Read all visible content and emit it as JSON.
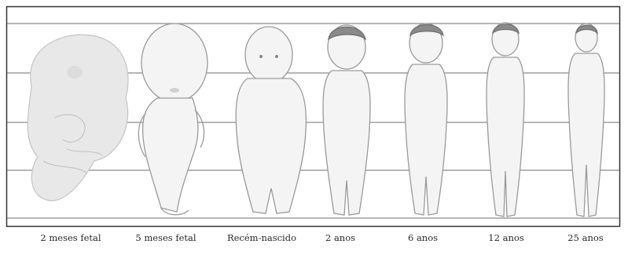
{
  "stages": [
    {
      "label": "2 meses fetal"
    },
    {
      "label": "5 meses fetal"
    },
    {
      "label": "Recém-nascido"
    },
    {
      "label": "2 anos"
    },
    {
      "label": "6 anos"
    },
    {
      "label": "12 anos"
    },
    {
      "label": "25 anos"
    }
  ],
  "colors": {
    "lines": "#8a8a8a",
    "skin": "#f4f4f4",
    "outline": "#9a9a9a",
    "hair": "#8a8a8a",
    "fetus": "#e6e6e6"
  }
}
